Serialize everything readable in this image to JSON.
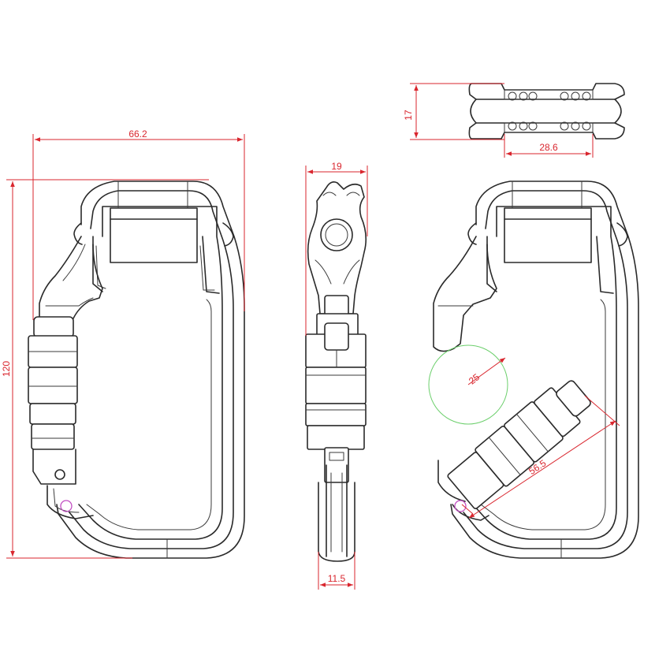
{
  "dimensions": {
    "front_width": "66.2",
    "front_height": "120",
    "side_width": "19",
    "side_bottom_width": "11.5",
    "top_height": "17",
    "top_width": "28.6",
    "gate_open_clearance": "25",
    "gate_length": "56.5"
  },
  "colors": {
    "dimension": "#d9262e",
    "outline": "#2a2a2a",
    "clearance_circle": "#6ccf6c",
    "pin_marker": "#c24fc2"
  }
}
